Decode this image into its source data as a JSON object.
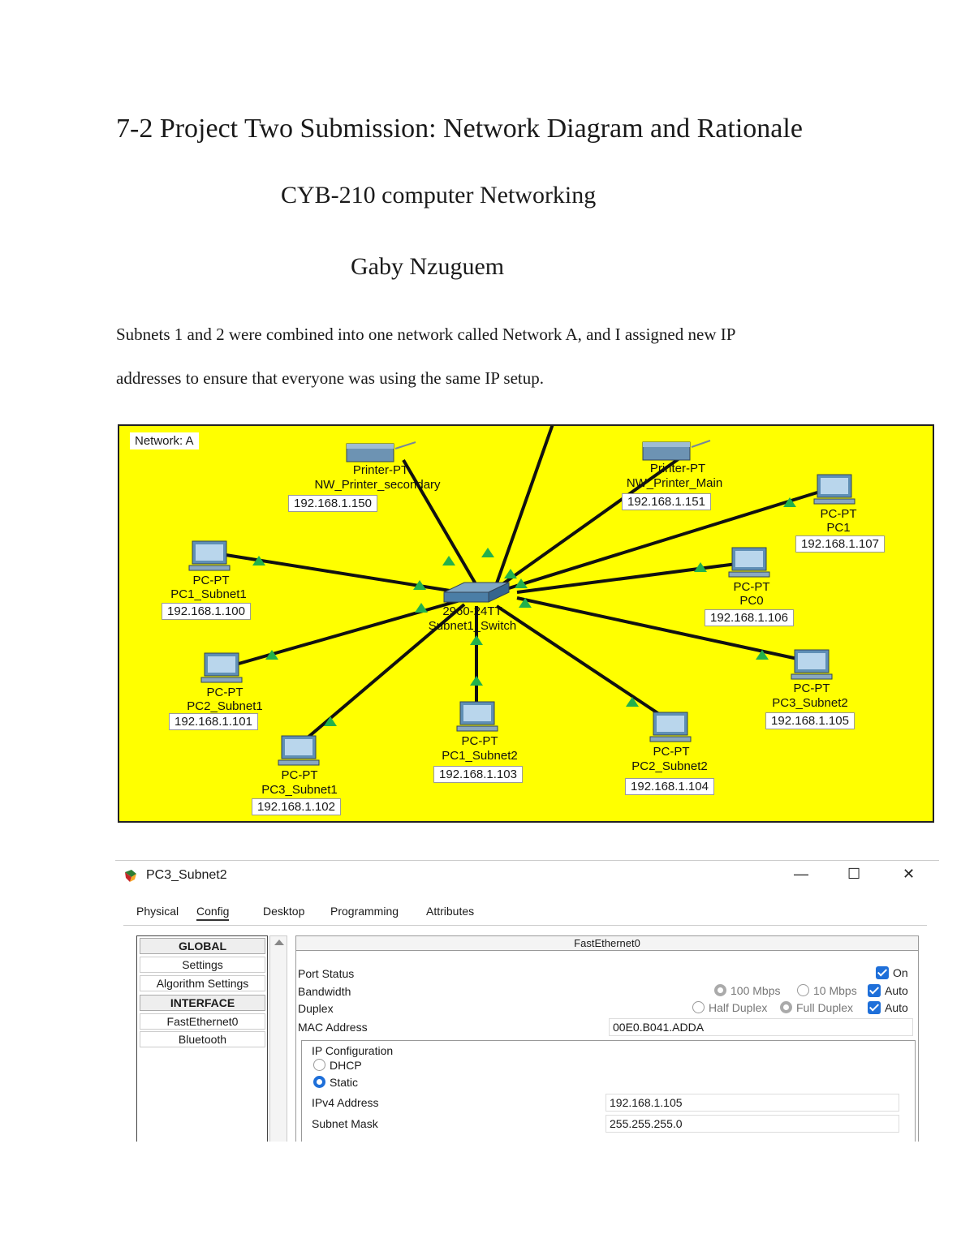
{
  "document": {
    "title": "7-2 Project Two Submission: Network Diagram and Rationale",
    "course": "CYB-210 computer Networking",
    "author": "Gaby Nzuguem",
    "paragraph_line1": "Subnets 1 and 2 were combined into one network called Network A, and I assigned new IP",
    "paragraph_line2": "addresses to ensure that everyone was using the same IP setup."
  },
  "diagram": {
    "network_label": "Network: A",
    "switch": {
      "type": "2960-24TT",
      "name": "Subnet1_Switch"
    },
    "devices": [
      {
        "id": "printer-secondary",
        "type": "Printer-PT",
        "name": "NW_Printer_secondary",
        "ip": "192.168.1.150"
      },
      {
        "id": "printer-main",
        "type": "Printer-PT",
        "name": "NW_Printer_Main",
        "ip": "192.168.1.151"
      },
      {
        "id": "pc1",
        "type": "PC-PT",
        "name": "PC1",
        "ip": "192.168.1.107"
      },
      {
        "id": "pc0",
        "type": "PC-PT",
        "name": "PC0",
        "ip": "192.168.1.106"
      },
      {
        "id": "pc1-subnet1",
        "type": "PC-PT",
        "name": "PC1_Subnet1",
        "ip": "192.168.1.100"
      },
      {
        "id": "pc2-subnet1",
        "type": "PC-PT",
        "name": "PC2_Subnet1",
        "ip": "192.168.1.101"
      },
      {
        "id": "pc3-subnet1",
        "type": "PC-PT",
        "name": "PC3_Subnet1",
        "ip": "192.168.1.102"
      },
      {
        "id": "pc1-subnet2",
        "type": "PC-PT",
        "name": "PC1_Subnet2",
        "ip": "192.168.1.103"
      },
      {
        "id": "pc2-subnet2",
        "type": "PC-PT",
        "name": "PC2_Subnet2",
        "ip": "192.168.1.104"
      },
      {
        "id": "pc3-subnet2",
        "type": "PC-PT",
        "name": "PC3_Subnet2",
        "ip": "192.168.1.105"
      }
    ],
    "colors": {
      "background": "#ffff00",
      "link": "#111111",
      "link_light": "#22b14c"
    }
  },
  "window": {
    "title": "PC3_Subnet2",
    "controls": {
      "minimize": "—",
      "maximize": "☐",
      "close": "✕"
    },
    "tabs": [
      "Physical",
      "Config",
      "Desktop",
      "Programming",
      "Attributes"
    ],
    "active_tab": "Config",
    "sidebar": {
      "global_header": "GLOBAL",
      "settings": "Settings",
      "algorithm_settings": "Algorithm Settings",
      "interface_header": "INTERFACE",
      "fastethernet": "FastEthernet0",
      "bluetooth": "Bluetooth"
    },
    "panel": {
      "header": "FastEthernet0",
      "port_status_label": "Port Status",
      "port_status_on": "On",
      "bandwidth_label": "Bandwidth",
      "bandwidth_100": "100 Mbps",
      "bandwidth_10": "10 Mbps",
      "bandwidth_auto": "Auto",
      "duplex_label": "Duplex",
      "duplex_half": "Half Duplex",
      "duplex_full": "Full Duplex",
      "duplex_auto": "Auto",
      "mac_label": "MAC Address",
      "mac_value": "00E0.B041.ADDA",
      "ip_config_header": "IP Configuration",
      "dhcp": "DHCP",
      "static": "Static",
      "ipv4_label": "IPv4 Address",
      "ipv4_value": "192.168.1.105",
      "mask_label": "Subnet Mask",
      "mask_value": "255.255.255.0"
    },
    "accent_color": "#1e6fd9"
  }
}
